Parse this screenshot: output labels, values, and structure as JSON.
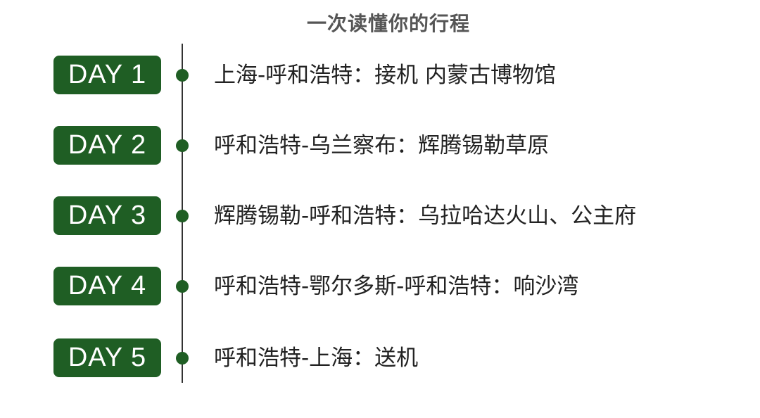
{
  "title": "一次读懂你的行程",
  "colors": {
    "badge": "#1f5e24",
    "text": "#222222",
    "title": "#555555"
  },
  "days": [
    {
      "label": "DAY 1",
      "text": "上海-呼和浩特：接机  内蒙古博物馆"
    },
    {
      "label": "DAY 2",
      "text": "呼和浩特-乌兰察布：辉腾锡勒草原"
    },
    {
      "label": "DAY 3",
      "text": "辉腾锡勒-呼和浩特：乌拉哈达火山、公主府"
    },
    {
      "label": "DAY 4",
      "text": "呼和浩特-鄂尔多斯-呼和浩特：响沙湾"
    },
    {
      "label": "DAY 5",
      "text": "呼和浩特-上海：送机"
    }
  ]
}
